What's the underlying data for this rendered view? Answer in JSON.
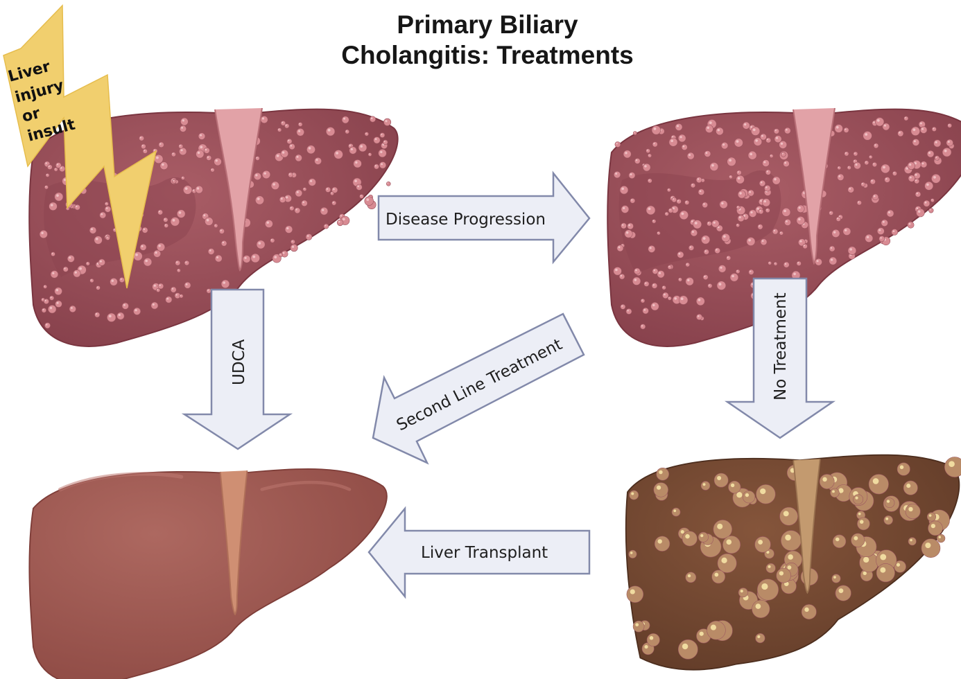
{
  "title": {
    "line1": "Primary Biliary",
    "line2": "Cholangitis:  Treatments"
  },
  "insult": {
    "lines": [
      "Liver",
      "injury",
      "or",
      "insult"
    ]
  },
  "arrows": {
    "disease_progression": "Disease Progression",
    "udca": "UDCA",
    "second_line_treatment": "Second Line Treatment",
    "no_treatment": "No Treatment",
    "liver_transplant": "Liver Transplant"
  },
  "colors": {
    "diseased_liver": "#9a4b55",
    "diseased_liver_dark": "#7d3440",
    "nodule": "#d88b93",
    "healthy_liver": "#a0564f",
    "cirrhotic_liver": "#7a4a33",
    "cirrhotic_nodule": "#b98b67",
    "arrow_fill": "#eceef6",
    "arrow_stroke": "#8289aa",
    "bolt": "#f1cf6e"
  }
}
